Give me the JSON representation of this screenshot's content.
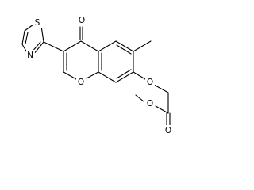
{
  "molecule": {
    "atoms": [
      {
        "id": "s1",
        "label": "S"
      },
      {
        "id": "n3",
        "label": "N"
      },
      {
        "id": "o4",
        "label": "O"
      },
      {
        "id": "o1",
        "label": "O"
      },
      {
        "id": "o7",
        "label": "O"
      },
      {
        "id": "oco",
        "label": "O"
      },
      {
        "id": "ocm",
        "label": "O"
      }
    ],
    "colors": {
      "bond": "#000000",
      "label": "#000000",
      "background": "#ffffff"
    }
  }
}
